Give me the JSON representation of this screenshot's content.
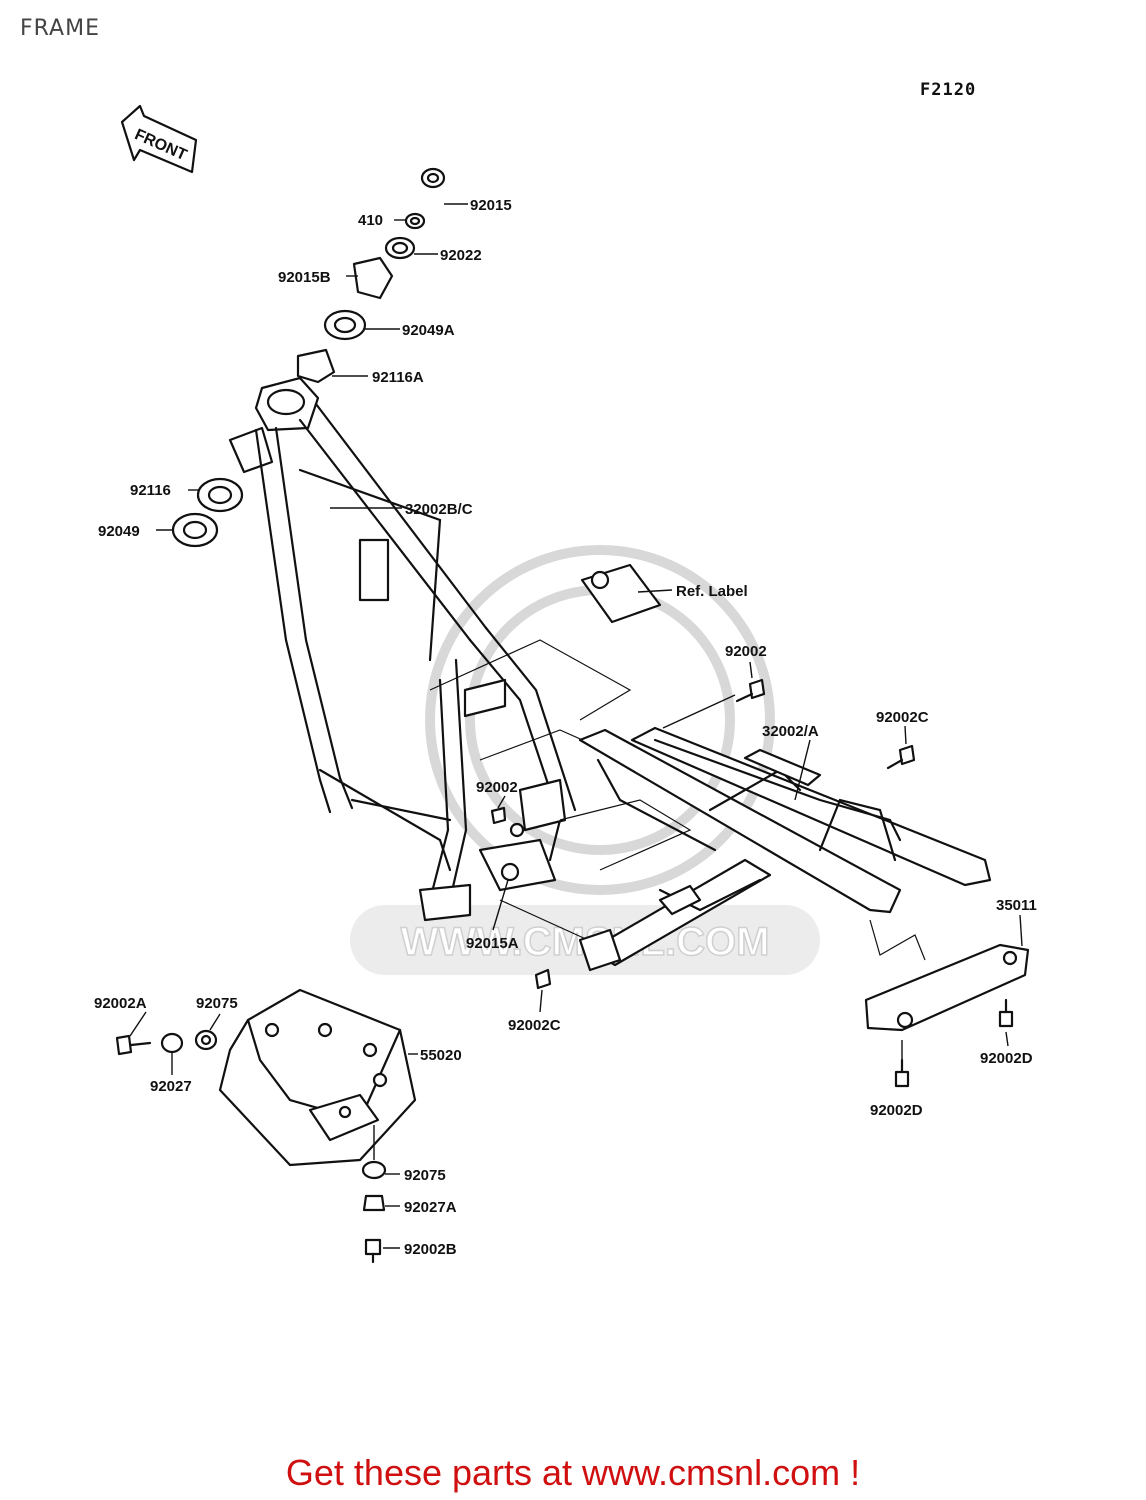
{
  "header": {
    "title": "FRAME",
    "diagram_code": "F2120"
  },
  "front_arrow": {
    "text": "FRONT"
  },
  "watermark": {
    "text": "WWW.CMSNL.COM"
  },
  "labels": [
    "92015",
    "410",
    "92022",
    "92015B",
    "92049A",
    "92116A",
    "92116",
    "92049",
    "32002B/C",
    "Ref. Label",
    "92002",
    "92002C",
    "32002/A",
    "92002",
    "92015A",
    "92002C",
    "35011",
    "92002A",
    "92075",
    "92027",
    "55020",
    "92002D",
    "92002D",
    "92075",
    "92027A",
    "92002B"
  ],
  "footer": {
    "text": "Get these parts at www.cmsnl.com !"
  }
}
